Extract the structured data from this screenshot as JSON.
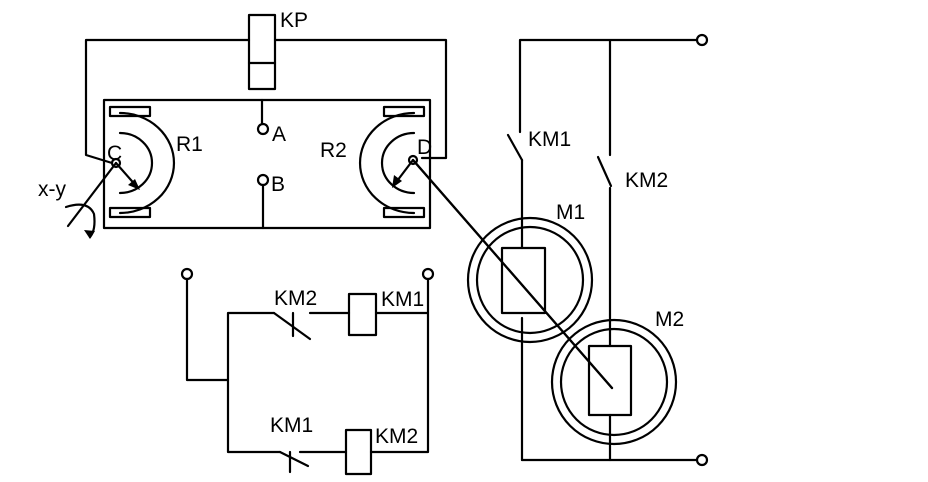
{
  "labels": {
    "kp": "KP",
    "r1": "R1",
    "r2": "R2",
    "a": "A",
    "b": "B",
    "c": "C",
    "d": "D",
    "xy": "x-y",
    "km1_contact": "KM1",
    "km2_contact": "KM2",
    "m1": "M1",
    "m2": "M2",
    "ctrl_km2_contact": "KM2",
    "ctrl_km1_coil": "KM1",
    "ctrl_km1_contact": "KM1",
    "ctrl_km2_coil": "KM2"
  }
}
